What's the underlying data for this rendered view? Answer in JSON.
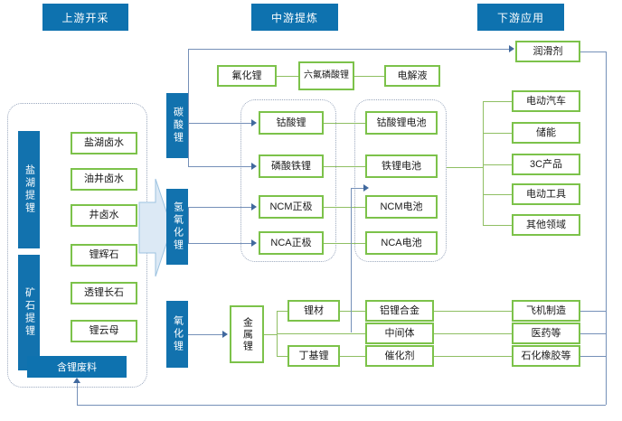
{
  "headers": [
    {
      "id": "upstream",
      "label": "上游开采"
    },
    {
      "id": "midstream",
      "label": "中游提炼"
    },
    {
      "id": "downstream",
      "label": "下游应用"
    }
  ],
  "upstream": {
    "groups": [
      {
        "id": "brine",
        "label": "盐湖提锂"
      },
      {
        "id": "ore",
        "label": "矿石提锂"
      }
    ],
    "sources": [
      {
        "id": "salt-lake-brine",
        "label": "盐湖卤水"
      },
      {
        "id": "oil-well-brine",
        "label": "油井卤水"
      },
      {
        "id": "well-brine",
        "label": "井卤水"
      },
      {
        "id": "spodumene",
        "label": "锂辉石"
      },
      {
        "id": "petalite",
        "label": "透锂长石"
      },
      {
        "id": "lepidolite",
        "label": "锂云母"
      }
    ],
    "waste": {
      "id": "lithium-waste",
      "label": "含锂废料"
    }
  },
  "midstream": {
    "intermediates": [
      {
        "id": "lithium-carbonate",
        "label": "碳酸锂"
      },
      {
        "id": "lithium-hydroxide",
        "label": "氢氧化锂"
      },
      {
        "id": "lithium-oxide",
        "label": "氧化锂"
      }
    ],
    "electrolyte_chain": [
      {
        "id": "lithium-fluoride",
        "label": "氟化锂"
      },
      {
        "id": "lithium-hexafluorophosphate",
        "label": "六氟磷酸锂"
      },
      {
        "id": "electrolyte",
        "label": "电解液"
      }
    ],
    "cathodes": [
      {
        "id": "lithium-cobaltate",
        "label": "钴酸锂"
      },
      {
        "id": "lithium-iron-phosphate",
        "label": "磷酸铁锂"
      },
      {
        "id": "ncm-cathode",
        "label": "NCM正极"
      },
      {
        "id": "nca-cathode",
        "label": "NCA正极"
      }
    ],
    "batteries": [
      {
        "id": "lco-battery",
        "label": "钴酸锂电池"
      },
      {
        "id": "lfp-battery",
        "label": "铁锂电池"
      },
      {
        "id": "ncm-battery",
        "label": "NCM电池"
      },
      {
        "id": "nca-battery",
        "label": "NCA电池"
      }
    ],
    "metal_lithium": {
      "id": "metal-lithium",
      "label": "金属锂"
    },
    "metal_products": [
      {
        "id": "lithium-material",
        "label": "锂材"
      },
      {
        "id": "butyl-lithium",
        "label": "丁基锂"
      }
    ],
    "metal_derivatives": [
      {
        "id": "al-li-alloy",
        "label": "铝锂合金"
      },
      {
        "id": "intermediate",
        "label": "中间体"
      },
      {
        "id": "catalyst",
        "label": "催化剂"
      }
    ]
  },
  "downstream": {
    "lubricant": {
      "id": "lubricant",
      "label": "润滑剂"
    },
    "battery_applications": [
      {
        "id": "electric-vehicle",
        "label": "电动汽车"
      },
      {
        "id": "energy-storage",
        "label": "储能"
      },
      {
        "id": "3c-products",
        "label": "3C产品"
      },
      {
        "id": "power-tools",
        "label": "电动工具"
      },
      {
        "id": "other-fields",
        "label": "其他领域"
      }
    ],
    "metal_applications": [
      {
        "id": "aircraft-manufacturing",
        "label": "飞机制造"
      },
      {
        "id": "pharmaceutical",
        "label": "医药等"
      },
      {
        "id": "petrochemical-rubber",
        "label": "石化橡胶等"
      }
    ]
  },
  "colors": {
    "blue": "#0E72AF",
    "green": "#7CC24A",
    "line_green": "#8FBF63",
    "line_blue": "#7590B8",
    "arrow": "#41699E",
    "dashed": "#9aa7bd",
    "big_arrow_fill": "#DCE9F5",
    "big_arrow_stroke": "#9CC2E0",
    "background": "#FFFFFF"
  }
}
